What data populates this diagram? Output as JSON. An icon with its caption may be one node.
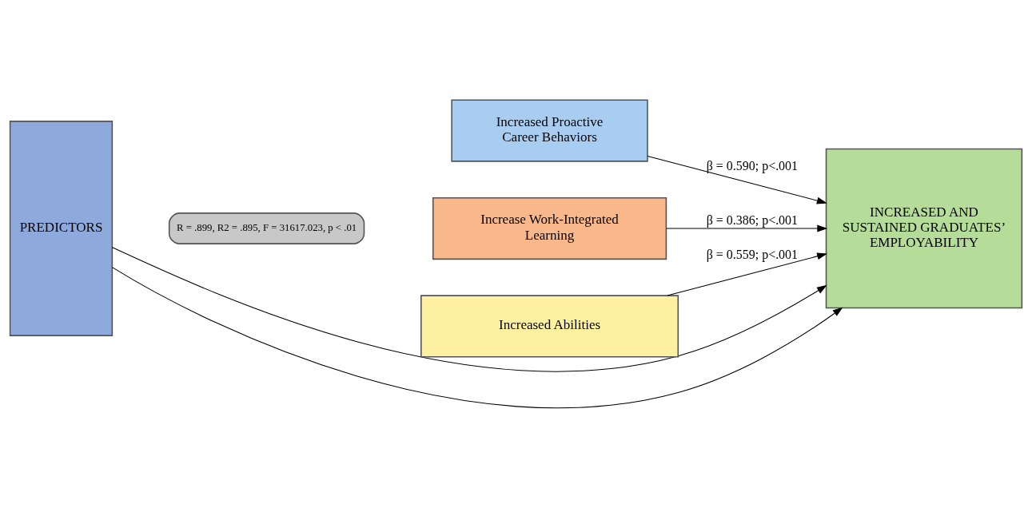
{
  "diagram": {
    "nodes": [
      {
        "text": [
          "PREDICTORS"
        ]
      },
      {
        "text": [
          "R = .899, R2 = .895, F = 31617.023, p < .01"
        ]
      },
      {
        "text": [
          "Increased Proactive Career Behaviors"
        ]
      },
      {
        "text": [
          "Increase Work-Integrated Learning"
        ]
      },
      {
        "text": [
          "Increased Abilities"
        ]
      },
      {
        "text": [
          "INCREASED AND SUSTAINED GRADUATES’ EMPLOYABILITY"
        ]
      }
    ],
    "edges": [
      {
        "from": 0,
        "to": 5,
        "arrow": "to"
      },
      {
        "from": 2,
        "to": 5,
        "arrow": "to",
        "label": "β = 0.590; p<.001"
      },
      {
        "from": 3,
        "to": 5,
        "arrow": "to",
        "label": "β = 0.386; p<.001"
      },
      {
        "from": 4,
        "to": 5,
        "arrow": "to",
        "label": "β = 0.559; p<.001"
      },
      {
        "from": 0,
        "to": 5,
        "arrow": "to"
      }
    ]
  }
}
